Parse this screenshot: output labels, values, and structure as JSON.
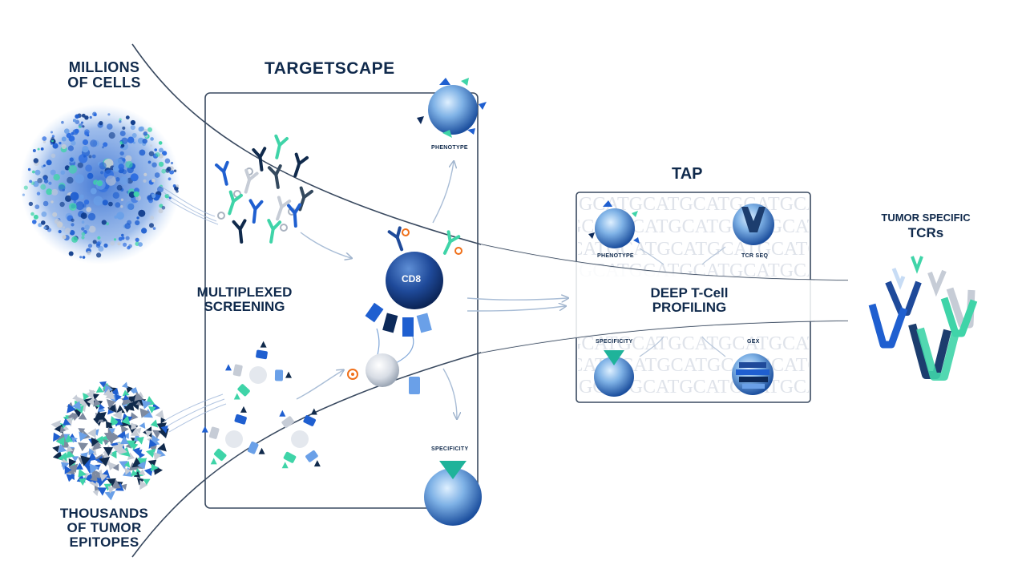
{
  "labels": {
    "millions_line1": "MILLIONS",
    "millions_line2": "OF CELLS",
    "targetscape": "TARGETSCAPE",
    "phenotype_top": "PHENOTYPE",
    "tap": "TAP",
    "tumor_specific": "TUMOR SPECIFIC",
    "tcrs": "TCRs",
    "multiplexed": "MULTIPLEXED",
    "screening": "SCREENING",
    "cd8": "CD8",
    "tap_phenotype": "PHENOTYPE",
    "tap_tcr_seq": "TCR SEQ",
    "deep_line1": "DEEP T-Cell",
    "deep_line2": "PROFILING",
    "tap_specificity": "SPECIFICITY",
    "tap_gex": "GEX",
    "specificity_bottom": "SPECIFICITY",
    "thousands_line1": "THOUSANDS",
    "thousands_line2": "OF TUMOR",
    "thousands_line3": "EPITOPES"
  },
  "watermark_text": "GCATGCATGCATGCATGCATGCATG",
  "colors": {
    "navy": "#102a4c",
    "blue": "#1f5fd0",
    "light_blue": "#6aa0e8",
    "teal": "#3fd4a8",
    "gray": "#c6ccd6",
    "orange": "#f0701a"
  }
}
